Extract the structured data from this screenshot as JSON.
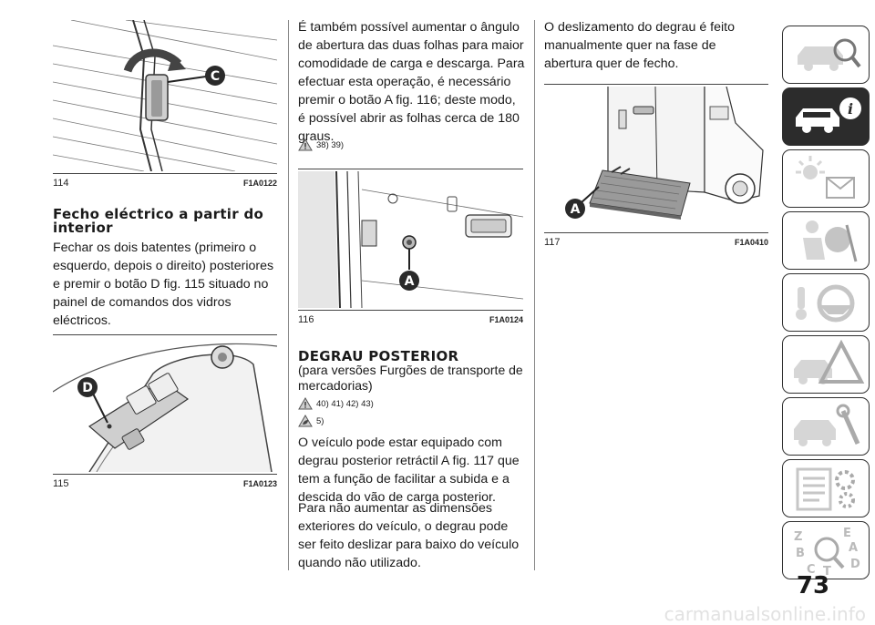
{
  "figures": {
    "fig114": {
      "number": "114",
      "code": "F1A0122",
      "callout": "C"
    },
    "fig115": {
      "number": "115",
      "code": "F1A0123",
      "callout": "D"
    },
    "fig116": {
      "number": "116",
      "code": "F1A0124",
      "callout": "A"
    },
    "fig117": {
      "number": "117",
      "code": "F1A0410",
      "callout": "A"
    }
  },
  "col1": {
    "heading": "Fecho eléctrico a partir do interior",
    "paragraph": "Fechar os dois batentes (primeiro o esquerdo, depois o direito) posteriores e premir o botão D fig. 115 situado no painel de comandos dos vidros eléctricos."
  },
  "col2": {
    "paragraph": "É também possível aumentar o ângulo de abertura das duas folhas para maior comodidade de carga e descarga. Para efectuar esta operação, é necessário premir o botão A fig. 116; deste modo, é possível abrir as folhas cerca de 180 graus.",
    "warning_refs": "38) 39)",
    "heading": "DEGRAU POSTERIOR",
    "subheading": "(para versões Furgões de transporte de mercadorias)",
    "warning_refs2": "40) 41) 42) 43)",
    "env_refs": "5)",
    "paragraph2": "O veículo pode estar equipado com degrau posterior retráctil A fig. 117 que tem a função de facilitar a subida e a descida do vão de carga posterior.",
    "paragraph3": "Para não aumentar as dimensões exteriores do veículo, o degrau pode ser feito deslizar para baixo do veículo quando não utilizado."
  },
  "col3": {
    "paragraph": "O deslizamento do degrau é feito manualmente quer na fase de abertura quer de fecho."
  },
  "sidebar": {
    "tabs": [
      {
        "icon": "car-search-icon",
        "active": false
      },
      {
        "icon": "car-info-icon",
        "active": true
      },
      {
        "icon": "warning-lights-icon",
        "active": false
      },
      {
        "icon": "airbag-passenger-icon",
        "active": false
      },
      {
        "icon": "key-steering-wheel-icon",
        "active": false
      },
      {
        "icon": "car-emergency-icon",
        "active": false
      },
      {
        "icon": "car-service-icon",
        "active": false
      },
      {
        "icon": "specs-document-icon",
        "active": false
      },
      {
        "icon": "alphabetical-index-icon",
        "active": false
      }
    ],
    "index_letters": [
      "Z",
      "E",
      "A",
      "B",
      "C",
      "T",
      "D"
    ]
  },
  "page_number": "73",
  "watermark": "carmanualsonline.info"
}
